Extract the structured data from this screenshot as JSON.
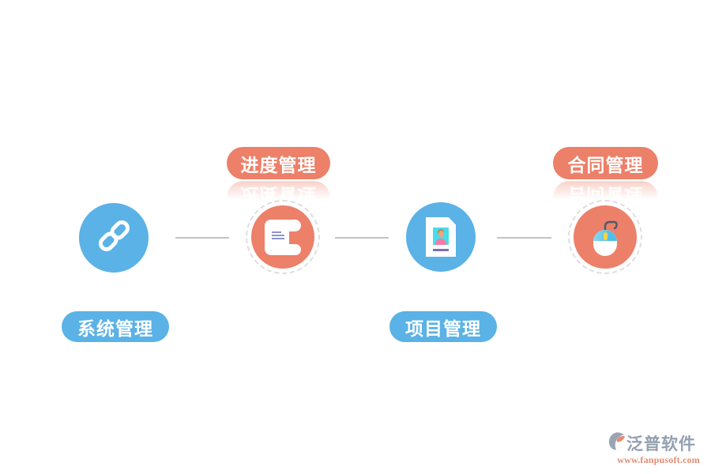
{
  "diagram": {
    "nodes": [
      {
        "label": "系统管理",
        "icon": "chain-link",
        "circle_color": "#5AB2E6",
        "label_color": "#5AB2E6",
        "label_position": "bottom-left"
      },
      {
        "label": "进度管理",
        "icon": "scroll",
        "circle_color": "#EC8069",
        "label_color": "#EC8069",
        "label_position": "top"
      },
      {
        "label": "项目管理",
        "icon": "resume-document",
        "circle_color": "#5AB2E6",
        "label_color": "#5AB2E6",
        "label_position": "bottom"
      },
      {
        "label": "合同管理",
        "icon": "mouse",
        "circle_color": "#EC8069",
        "label_color": "#EC8069",
        "label_position": "top-right"
      }
    ],
    "connector_color": "#C3C3C3"
  },
  "branding": {
    "name": "泛普软件",
    "url": "www.fanpusoft.com"
  },
  "colors": {
    "blue": "#5AB2E6",
    "salmon": "#EC8069",
    "background": "#FFFFFF",
    "brand_text": "#93A0B0",
    "brand_url": "#E78A70"
  }
}
